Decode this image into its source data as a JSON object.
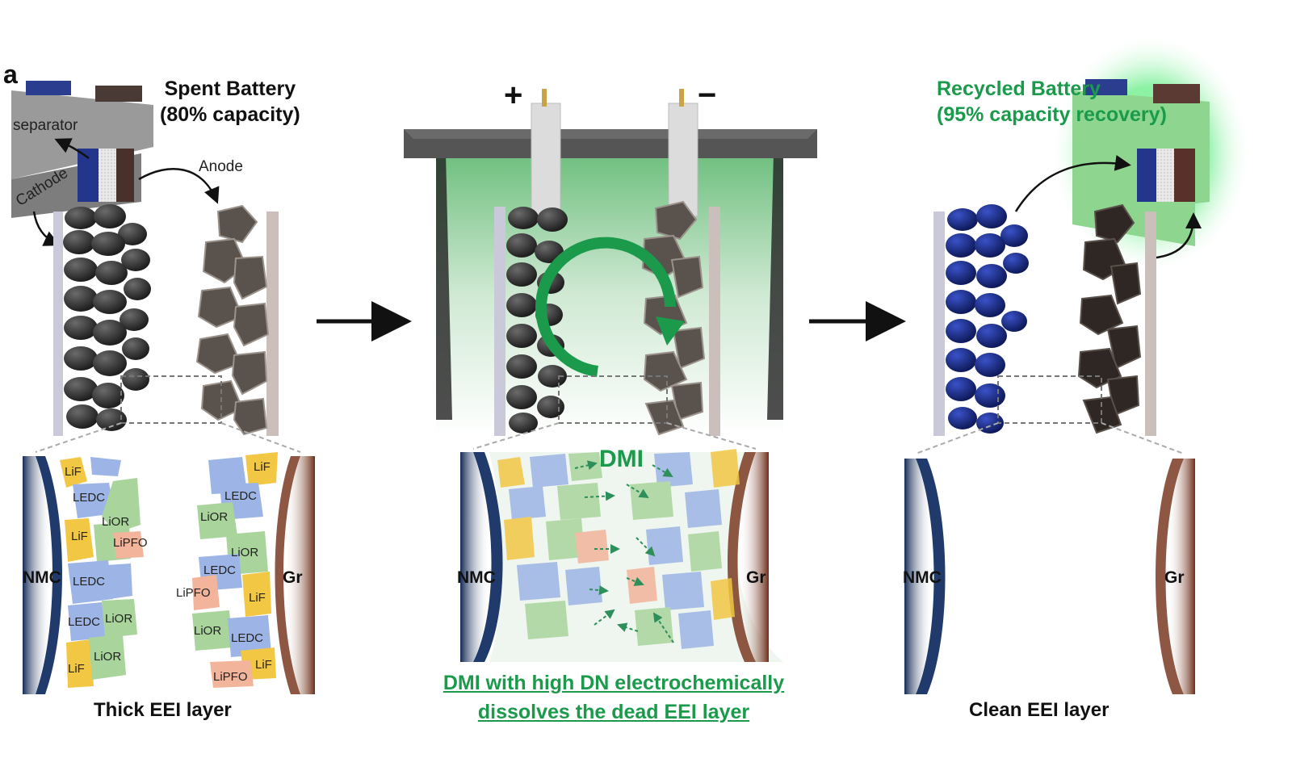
{
  "panel_letter": "a",
  "spent_title": [
    "Spent Battery",
    "(80% capacity)"
  ],
  "recycled_title": [
    "Recycled Battery",
    "(95% capacity recovery)"
  ],
  "labels": {
    "separator": "separator",
    "cathode": "Cathode",
    "anode": "Anode"
  },
  "terminals": {
    "plus": "+",
    "minus": "−"
  },
  "electrodes": {
    "nmc": "NMC",
    "gr": "Gr"
  },
  "dmi_label": "DMI",
  "captions": {
    "left": "Thick EEI layer",
    "middle": [
      "DMI with high DN electrochemically",
      "dissolves the dead EEI layer"
    ],
    "right": "Clean EEI layer"
  },
  "eei_species_left": [
    "LiF",
    "LEDC",
    "LiOR",
    "LiF",
    "LiPFO",
    "LEDC",
    "LEDC",
    "LiOR",
    "LiOR",
    "LiF"
  ],
  "eei_species_right": [
    "LiF",
    "LEDC",
    "LiOR",
    "LiOR",
    "LEDC",
    "LiPFO",
    "LiF",
    "LiOR",
    "LEDC",
    "LiF",
    "LiPFO"
  ],
  "colors": {
    "green_accent": "#1a9a4a",
    "nmc_blue": "#1f3a6b",
    "graphite_brown": "#7a3a22",
    "lif_yellow": "#f2c744",
    "ledc_blue": "#9db5e6",
    "lior_green": "#a9d49c",
    "lipfo_salmon": "#f2b49a",
    "cathode_gray": "#3a3a3a",
    "recycled_cathode": "#1d2f8a"
  }
}
